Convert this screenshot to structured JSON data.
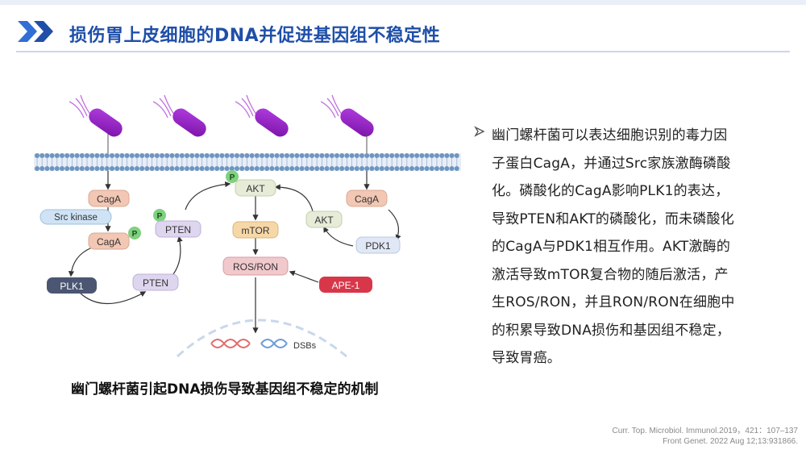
{
  "header": {
    "title": "损伤胃上皮细胞的DNA并促进基因组不稳定性"
  },
  "diagram": {
    "caption": "幽门螺杆菌引起DNA损伤导致基因组不稳定的机制",
    "nodes": {
      "caga1": "CagA",
      "src": "Src kinase",
      "caga2": "CagA",
      "p1": "P",
      "plk1": "PLK1",
      "pten1": "PTEN",
      "p2": "P",
      "pten2": "PTEN",
      "p3": "P",
      "akt1": "AKT",
      "mtor": "mTOR",
      "rosron": "ROS/RON",
      "ape1": "APE-1",
      "caga3": "CagA",
      "akt2": "AKT",
      "pdk1": "PDK1",
      "dsbs": "DSBs"
    },
    "colors": {
      "caga": "#f2c7b4",
      "src": "#cfe3f5",
      "plk1": "#4b5672",
      "pten": "#ddd6ee",
      "p": "#7fd07f",
      "akt": "#e6ecd8",
      "mtor": "#f6d8a8",
      "rosron": "#f1c9cc",
      "ape1": "#d8374a",
      "pdk1": "#e1e8f5",
      "bacteria": "#9b22c4",
      "membrane": "#6e95c0"
    }
  },
  "text_panel": {
    "bullet_icon": "arrow-right-hollow-icon",
    "lines": [
      "幽门螺杆菌可以表达细胞识别的毒力因",
      "子蛋白CagA，并通过Src家族激酶磷酸",
      "化。磷酸化的CagA影响PLK1的表达，",
      "导致PTEN和AKT的磷酸化，而未磷酸化",
      "的CagA与PDK1相互作用。AKT激酶的",
      "激活导致mTOR复合物的随后激活，产",
      "生ROS/RON，并且RON/RON在细胞中",
      "的积累导致DNA损伤和基因组不稳定，",
      "导致胃癌。"
    ]
  },
  "references": [
    "Curr. Top. Microbiol. Immunol.2019，421：107–137",
    "Front Genet. 2022 Aug 12;13:931866."
  ]
}
